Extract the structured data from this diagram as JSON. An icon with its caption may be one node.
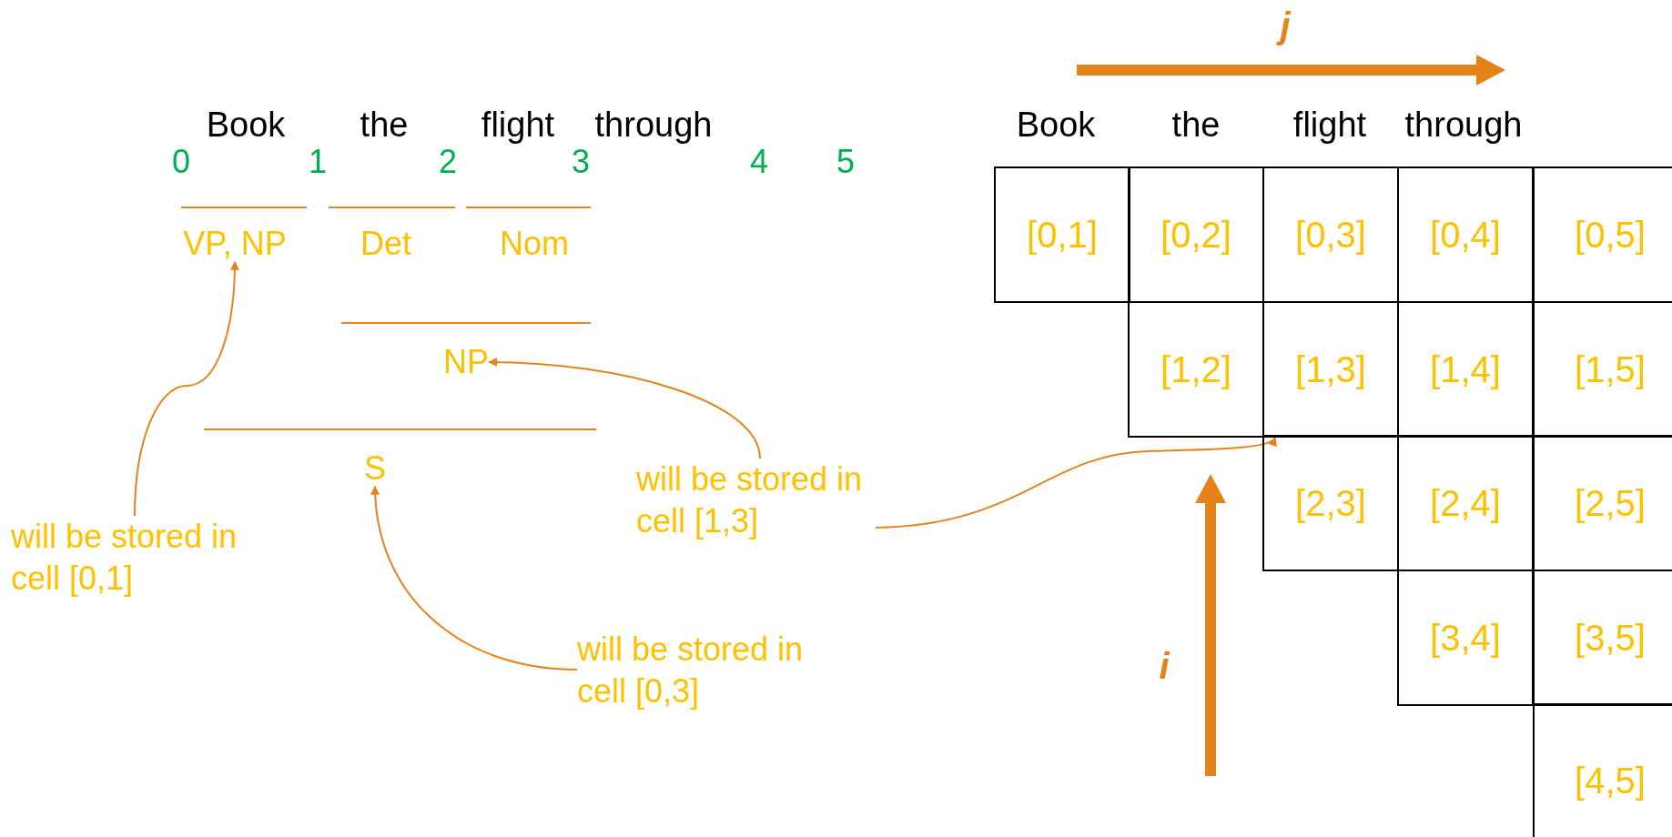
{
  "diagram": {
    "nodes": [
      {
        "text": [
          "VP, NP"
        ]
      },
      {
        "text": [
          "NP"
        ]
      },
      {
        "text": [
          "S"
        ]
      },
      {
        "text": [
          "will be stored in cell [1,3]"
        ]
      },
      {
        "text": [
          "will be stored in cell [0,1]"
        ]
      },
      {
        "text": [
          "will be stored in cell [0,3]"
        ]
      },
      {
        "text": [
          "[0,1]"
        ]
      },
      {
        "text": [
          "[0,2]"
        ]
      },
      {
        "text": [
          "[0,3]"
        ]
      },
      {
        "text": [
          "[0,4]"
        ]
      },
      {
        "text": [
          "[0,5]"
        ]
      },
      {
        "text": [
          "[1,2]"
        ]
      },
      {
        "text": [
          "[1,3]"
        ]
      },
      {
        "text": [
          "[1,4]"
        ]
      },
      {
        "text": [
          "[1,5]"
        ]
      },
      {
        "text": [
          "[2,3]"
        ]
      },
      {
        "text": [
          "[2,4]"
        ]
      },
      {
        "text": [
          "[2,5]"
        ]
      },
      {
        "text": [
          "[3,4]"
        ]
      },
      {
        "text": [
          "[3,5]"
        ]
      },
      {
        "text": [
          "[4,5]"
        ]
      }
    ],
    "edges": [
      {
        "from": 4,
        "to": 0,
        "arrow": "to"
      },
      {
        "from": 3,
        "to": 1,
        "arrow": "to"
      },
      {
        "from": 5,
        "to": 2,
        "arrow": "to"
      },
      {
        "from": 3,
        "to": 12,
        "arrow": "to"
      }
    ],
    "labels": [
      "j",
      "Book",
      "the",
      "flight",
      "through",
      "0",
      "1",
      "2",
      "3",
      "4",
      "5",
      "Det",
      "Nom",
      "Book",
      "the",
      "flight",
      "through",
      "i"
    ]
  }
}
